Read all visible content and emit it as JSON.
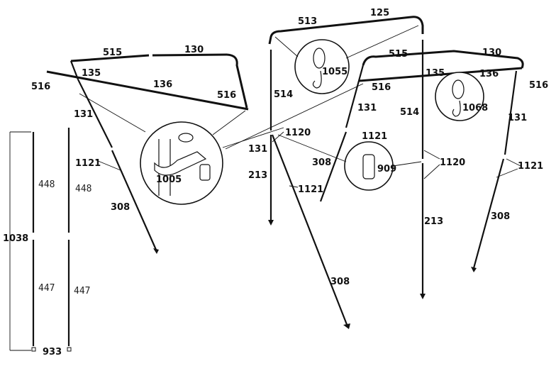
{
  "diagram": {
    "labels": {
      "l515a": "515",
      "l130a": "130",
      "l135a": "135",
      "l516a": "516",
      "l136a": "136",
      "l516b": "516",
      "l131a": "131",
      "l1121a": "1121",
      "l308a": "308",
      "l1005": "1005",
      "l513": "513",
      "l125": "125",
      "l1055": "1055",
      "l514a": "514",
      "l1120a": "1120",
      "l131b": "131",
      "l213a": "213",
      "l1121b": "1121",
      "l308b": "308",
      "l515b": "515",
      "l130b": "130",
      "l135b": "135",
      "l136b": "136",
      "l516c": "516",
      "l516d": "516",
      "l131c": "131",
      "l1121c": "1121",
      "l514b": "514",
      "l1068": "1068",
      "l308c": "308",
      "l909": "909",
      "l1120b": "1120",
      "l213b": "213",
      "l131d": "131",
      "l1121d": "1121",
      "l308d": "308",
      "l448a": "448",
      "l448b": "448",
      "l1038": "1038",
      "l447a": "447",
      "l447b": "447",
      "l933": "933"
    }
  }
}
